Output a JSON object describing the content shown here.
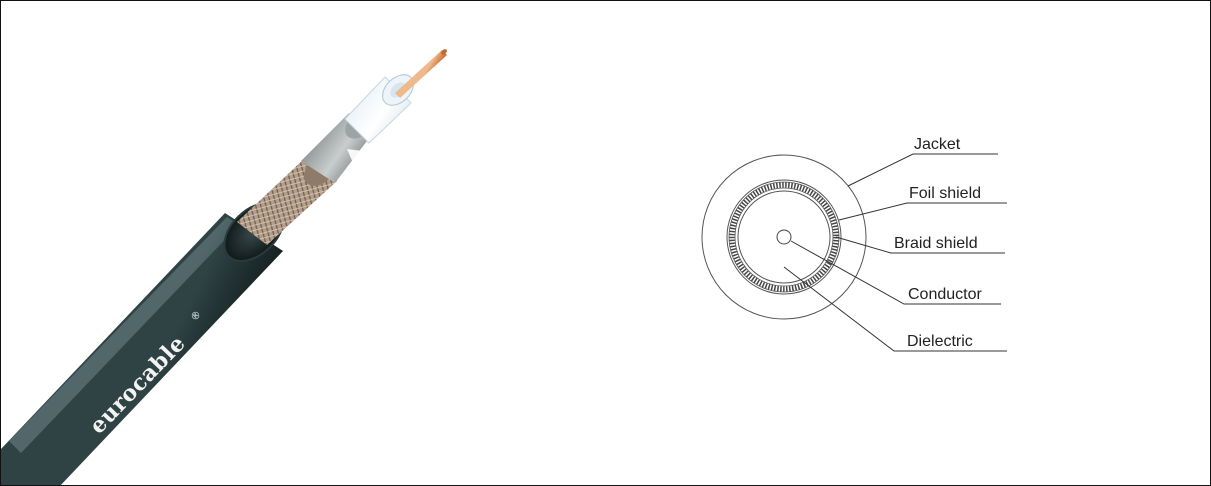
{
  "cable_illustration": {
    "brand": "eurocable",
    "registered_mark": "®",
    "jacket_color": "#1c2a2b"
  },
  "cross_section": {
    "callouts": [
      {
        "id": "jacket",
        "label": "Jacket"
      },
      {
        "id": "foil",
        "label": "Foil shield"
      },
      {
        "id": "braid",
        "label": "Braid shield"
      },
      {
        "id": "conductor",
        "label": "Conductor"
      },
      {
        "id": "dielectric",
        "label": "Dielectric"
      }
    ]
  }
}
